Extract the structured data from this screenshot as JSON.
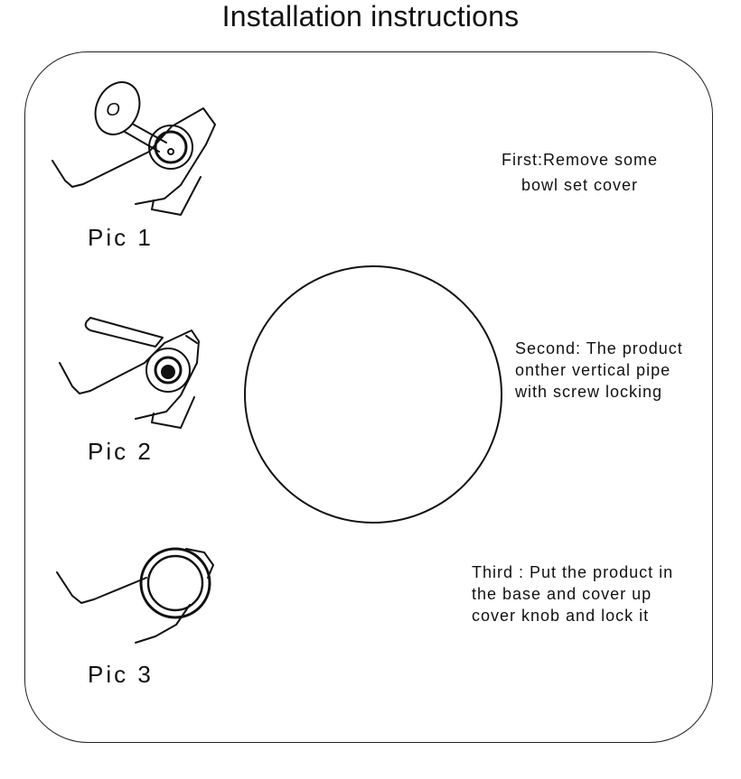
{
  "title": "Installation instructions",
  "pics": [
    {
      "label": "Pic 1"
    },
    {
      "label": "Pic 2"
    },
    {
      "label": "Pic 3"
    }
  ],
  "steps": [
    {
      "lines": [
        "First:Remove some",
        "bowl  set  cover"
      ]
    },
    {
      "lines": [
        "Second: The product",
        "onther vertical  pipe",
        "with  screw  locking"
      ]
    },
    {
      "lines": [
        "Third : Put  the product in",
        "the  base and cover  up",
        "cover knob  and  lock  it"
      ]
    }
  ],
  "illustration_label": "O"
}
